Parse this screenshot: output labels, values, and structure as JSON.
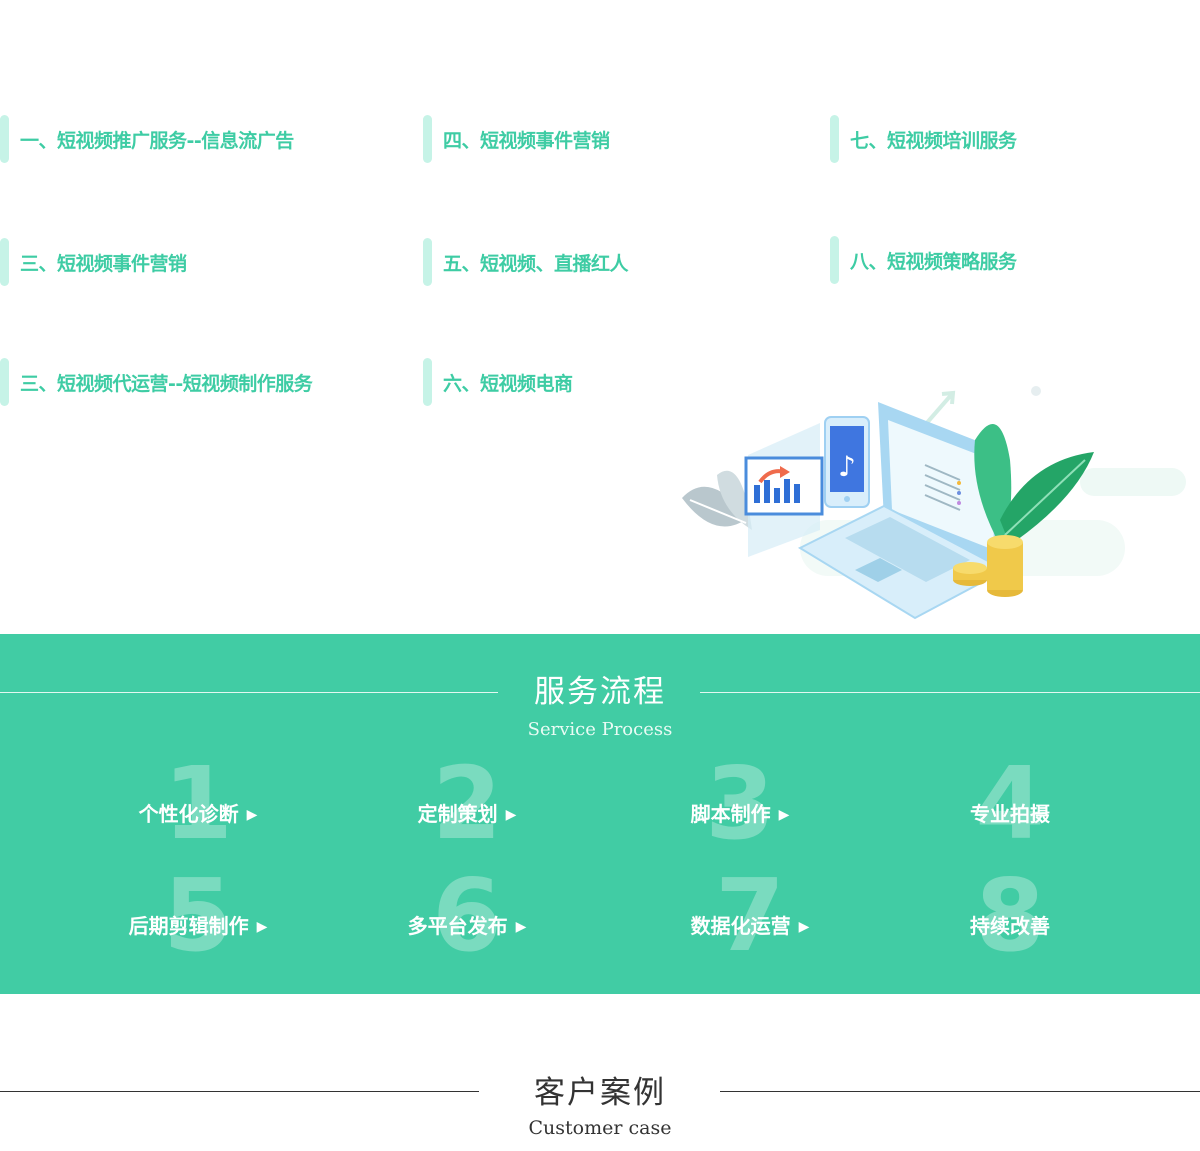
{
  "services": [
    {
      "label": "一、短视频推广服务--信息流广告"
    },
    {
      "label": "四、短视频事件营销"
    },
    {
      "label": "七、短视频培训服务"
    },
    {
      "label": "三、短视频事件营销"
    },
    {
      "label": "五、短视频、直播红人"
    },
    {
      "label": "八、短视频策略服务"
    },
    {
      "label": "三、短视频代运营--短视频制作服务"
    },
    {
      "label": "六、短视频电商"
    }
  ],
  "process": {
    "title": "服务流程",
    "subtitle": "Service Process",
    "steps": [
      {
        "num": "1",
        "label": "个性化诊断",
        "arrow": "▶"
      },
      {
        "num": "2",
        "label": "定制策划",
        "arrow": "▶"
      },
      {
        "num": "3",
        "label": "脚本制作",
        "arrow": "▶"
      },
      {
        "num": "4",
        "label": "专业拍摄",
        "arrow": ""
      },
      {
        "num": "5",
        "label": "后期剪辑制作",
        "arrow": "▶"
      },
      {
        "num": "6",
        "label": "多平台发布",
        "arrow": "▶"
      },
      {
        "num": "7",
        "label": "数据化运营",
        "arrow": "▶"
      },
      {
        "num": "8",
        "label": "持续改善",
        "arrow": ""
      }
    ]
  },
  "cases": {
    "title": "客户案例",
    "subtitle": "Customer case"
  },
  "colors": {
    "accent": "#41cca4",
    "service_text": "#3ecca4",
    "service_bar": "#c6f3e7"
  },
  "icons": {
    "illustration": "laptop-phone-coins-illustration",
    "step_arrow": "triangle-right-icon"
  }
}
